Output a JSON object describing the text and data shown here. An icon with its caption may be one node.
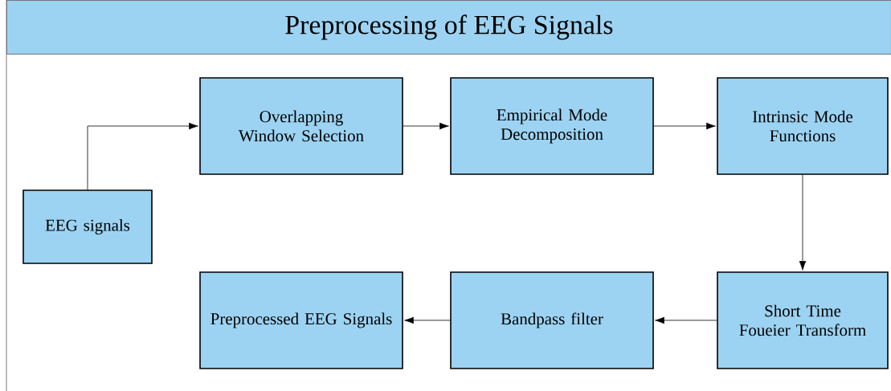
{
  "diagram": {
    "title": "Preprocessing of EEG Signals",
    "nodes": [
      {
        "text": [
          "EEG signals"
        ]
      },
      {
        "text": [
          "Overlapping Window Selection"
        ]
      },
      {
        "text": [
          "Empirical Mode Decomposition"
        ]
      },
      {
        "text": [
          "Intrinsic Mode Functions"
        ]
      },
      {
        "text": [
          "Short Time Foueier Transform"
        ]
      },
      {
        "text": [
          "Bandpass filter"
        ]
      },
      {
        "text": [
          "Preprocessed EEG Signals"
        ]
      }
    ],
    "edges": [
      {
        "from": 0,
        "to": 1,
        "arrow": "to"
      },
      {
        "from": 1,
        "to": 2,
        "arrow": "to"
      },
      {
        "from": 2,
        "to": 3,
        "arrow": "to"
      },
      {
        "from": 3,
        "to": 4,
        "arrow": "to"
      },
      {
        "from": 4,
        "to": 5,
        "arrow": "to"
      },
      {
        "from": 5,
        "to": 6,
        "arrow": "to"
      }
    ]
  }
}
